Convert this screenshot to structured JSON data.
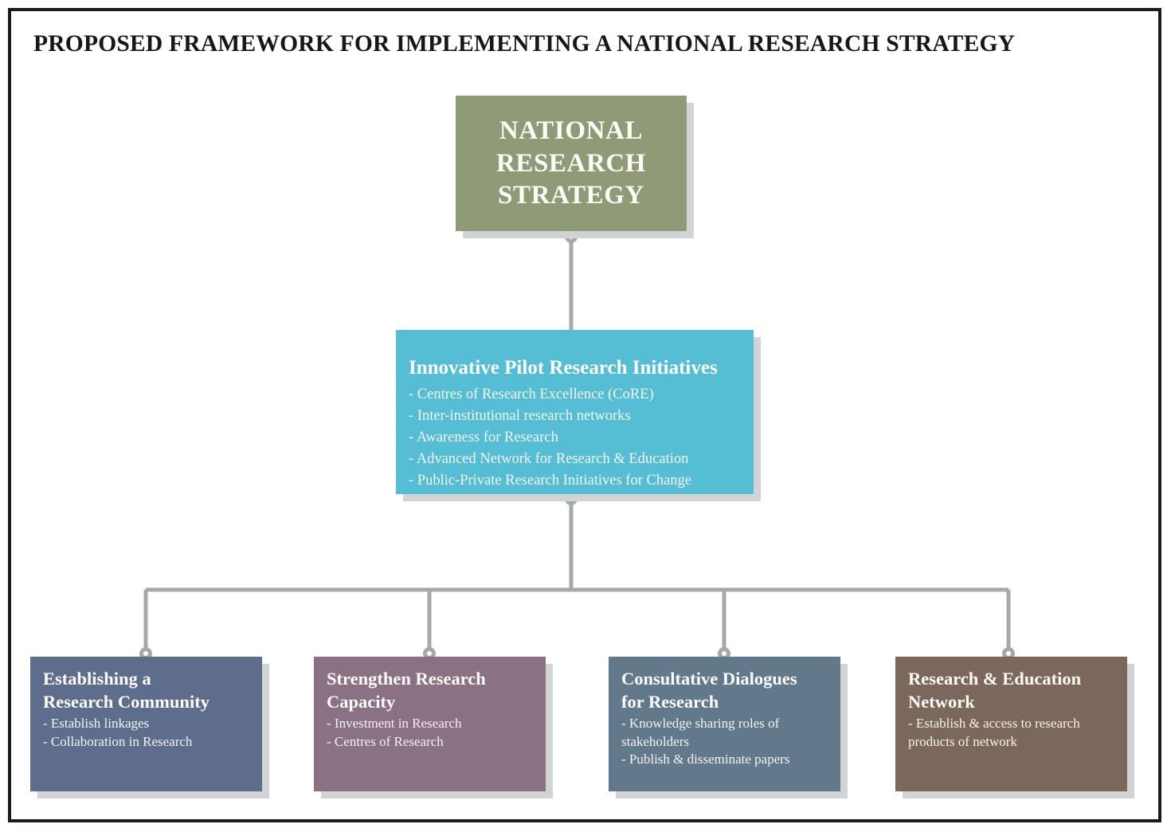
{
  "document": {
    "title": "PROPOSED FRAMEWORK FOR IMPLEMENTING A NATIONAL RESEARCH STRATEGY"
  },
  "colors": {
    "frame_border": "#1c1a1a",
    "background": "#ffffff",
    "connector": "#a6a8ab",
    "shadow": "#d2d3d5",
    "root_node": "#8f9a77",
    "pilot_node": "#55bdd4",
    "community_node": "#5f6d8d",
    "capacity_node": "#8a7183",
    "dialogues_node": "#61798a",
    "network_node": "#7c675c",
    "node_text": "#fdfcf7"
  },
  "diagram": {
    "type": "hierarchy-flowchart",
    "root": {
      "title": "NATIONAL RESEARCH STRATEGY",
      "title_lines": [
        "NATIONAL",
        "RESEARCH",
        "STRATEGY"
      ],
      "items": []
    },
    "level2": {
      "title": "Innovative Pilot Research Initiatives",
      "items": [
        "- Centres of Research Excellence (CoRE)",
        "- Inter-institutional research networks",
        "- Awareness for Research",
        "- Advanced Network for Research & Education",
        "- Public-Private Research Initiatives for Change"
      ]
    },
    "level3": [
      {
        "id": "community",
        "title": "Establishing a Research Community",
        "title_lines": [
          "Establishing a",
          "Research Community"
        ],
        "items": [
          "- Establish linkages",
          "- Collaboration in Research"
        ]
      },
      {
        "id": "capacity",
        "title": "Strengthen Research Capacity",
        "title_lines": [
          "Strengthen Research",
          "Capacity"
        ],
        "items": [
          "- Investment in Research",
          "- Centres of Research"
        ]
      },
      {
        "id": "dialogues",
        "title": "Consultative Dialogues for Research",
        "title_lines": [
          "Consultative Dialogues",
          "for Research"
        ],
        "items": [
          "- Knowledge sharing roles of stakeholders",
          "- Publish & disseminate papers"
        ]
      },
      {
        "id": "network",
        "title": "Research & Education Network",
        "title_lines": [
          "Research & Education",
          "Network"
        ],
        "items": [
          "- Establish & access to research products of network"
        ]
      }
    ]
  }
}
